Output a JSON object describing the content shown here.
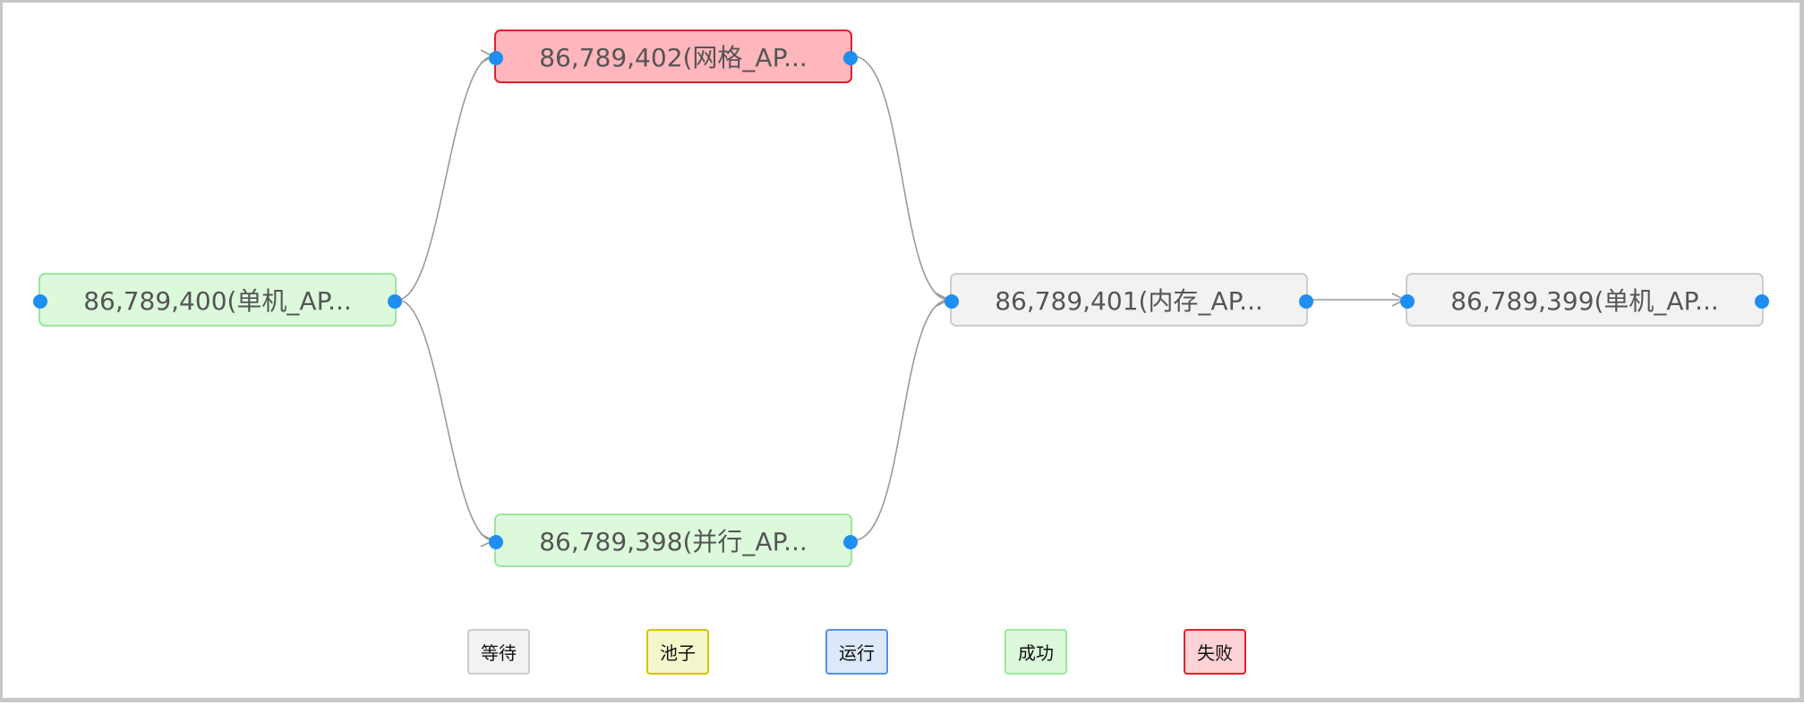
{
  "colors": {
    "edge": "#9a9a9a",
    "port": "#1f8ef1",
    "status": {
      "waiting": {
        "bg": "#f2f2f2",
        "border": "#cccccc"
      },
      "pool": {
        "bg": "#f6f6cc",
        "border": "#d4c400"
      },
      "running": {
        "bg": "#dde8fb",
        "border": "#5b8ee6"
      },
      "success": {
        "bg": "#dcf9dc",
        "border": "#9fe59f"
      },
      "failed": {
        "bg": "#ffd2d5",
        "border": "#e0202f"
      }
    }
  },
  "nodes": [
    {
      "id": "n400",
      "label": "86,789,400(单机_AP...",
      "status": "success"
    },
    {
      "id": "n402",
      "label": "86,789,402(网格_AP...",
      "status": "failed"
    },
    {
      "id": "n398",
      "label": "86,789,398(并行_AP...",
      "status": "success"
    },
    {
      "id": "n401",
      "label": "86,789,401(内存_AP...",
      "status": "waiting"
    },
    {
      "id": "n399",
      "label": "86,789,399(单机_AP...",
      "status": "waiting"
    }
  ],
  "edges": [
    {
      "from": "n400",
      "to": "n402"
    },
    {
      "from": "n400",
      "to": "n398"
    },
    {
      "from": "n402",
      "to": "n401"
    },
    {
      "from": "n398",
      "to": "n401"
    },
    {
      "from": "n401",
      "to": "n399"
    }
  ],
  "legend": [
    {
      "label": "等待",
      "status": "waiting"
    },
    {
      "label": "池子",
      "status": "pool"
    },
    {
      "label": "运行",
      "status": "running"
    },
    {
      "label": "成功",
      "status": "success"
    },
    {
      "label": "失败",
      "status": "failed"
    }
  ]
}
